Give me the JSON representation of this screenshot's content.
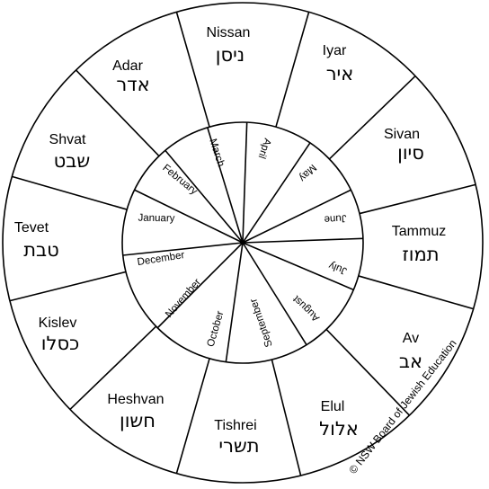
{
  "hebrew_months": [
    {
      "name": "Nissan",
      "hebrew": "ניסן"
    },
    {
      "name": "Iyar",
      "hebrew": "איר"
    },
    {
      "name": "Sivan",
      "hebrew": "סיון"
    },
    {
      "name": "Tammuz",
      "hebrew": "תמוז"
    },
    {
      "name": "Av",
      "hebrew": "אב"
    },
    {
      "name": "Elul",
      "hebrew": "אלול"
    },
    {
      "name": "Tishrei",
      "hebrew": "תשרי"
    },
    {
      "name": "Heshvan",
      "hebrew": "חשון"
    },
    {
      "name": "Kislev",
      "hebrew": "כסלו"
    },
    {
      "name": "Tevet",
      "hebrew": "טבת"
    },
    {
      "name": "Shvat",
      "hebrew": "שבט"
    },
    {
      "name": "Adar",
      "hebrew": "אדר"
    }
  ],
  "gregorian_months": [
    "March",
    "April",
    "May",
    "June",
    "July",
    "August",
    "September",
    "October",
    "November",
    "December",
    "January",
    "February"
  ],
  "copyright": "© NSW Board of Jewish Education"
}
